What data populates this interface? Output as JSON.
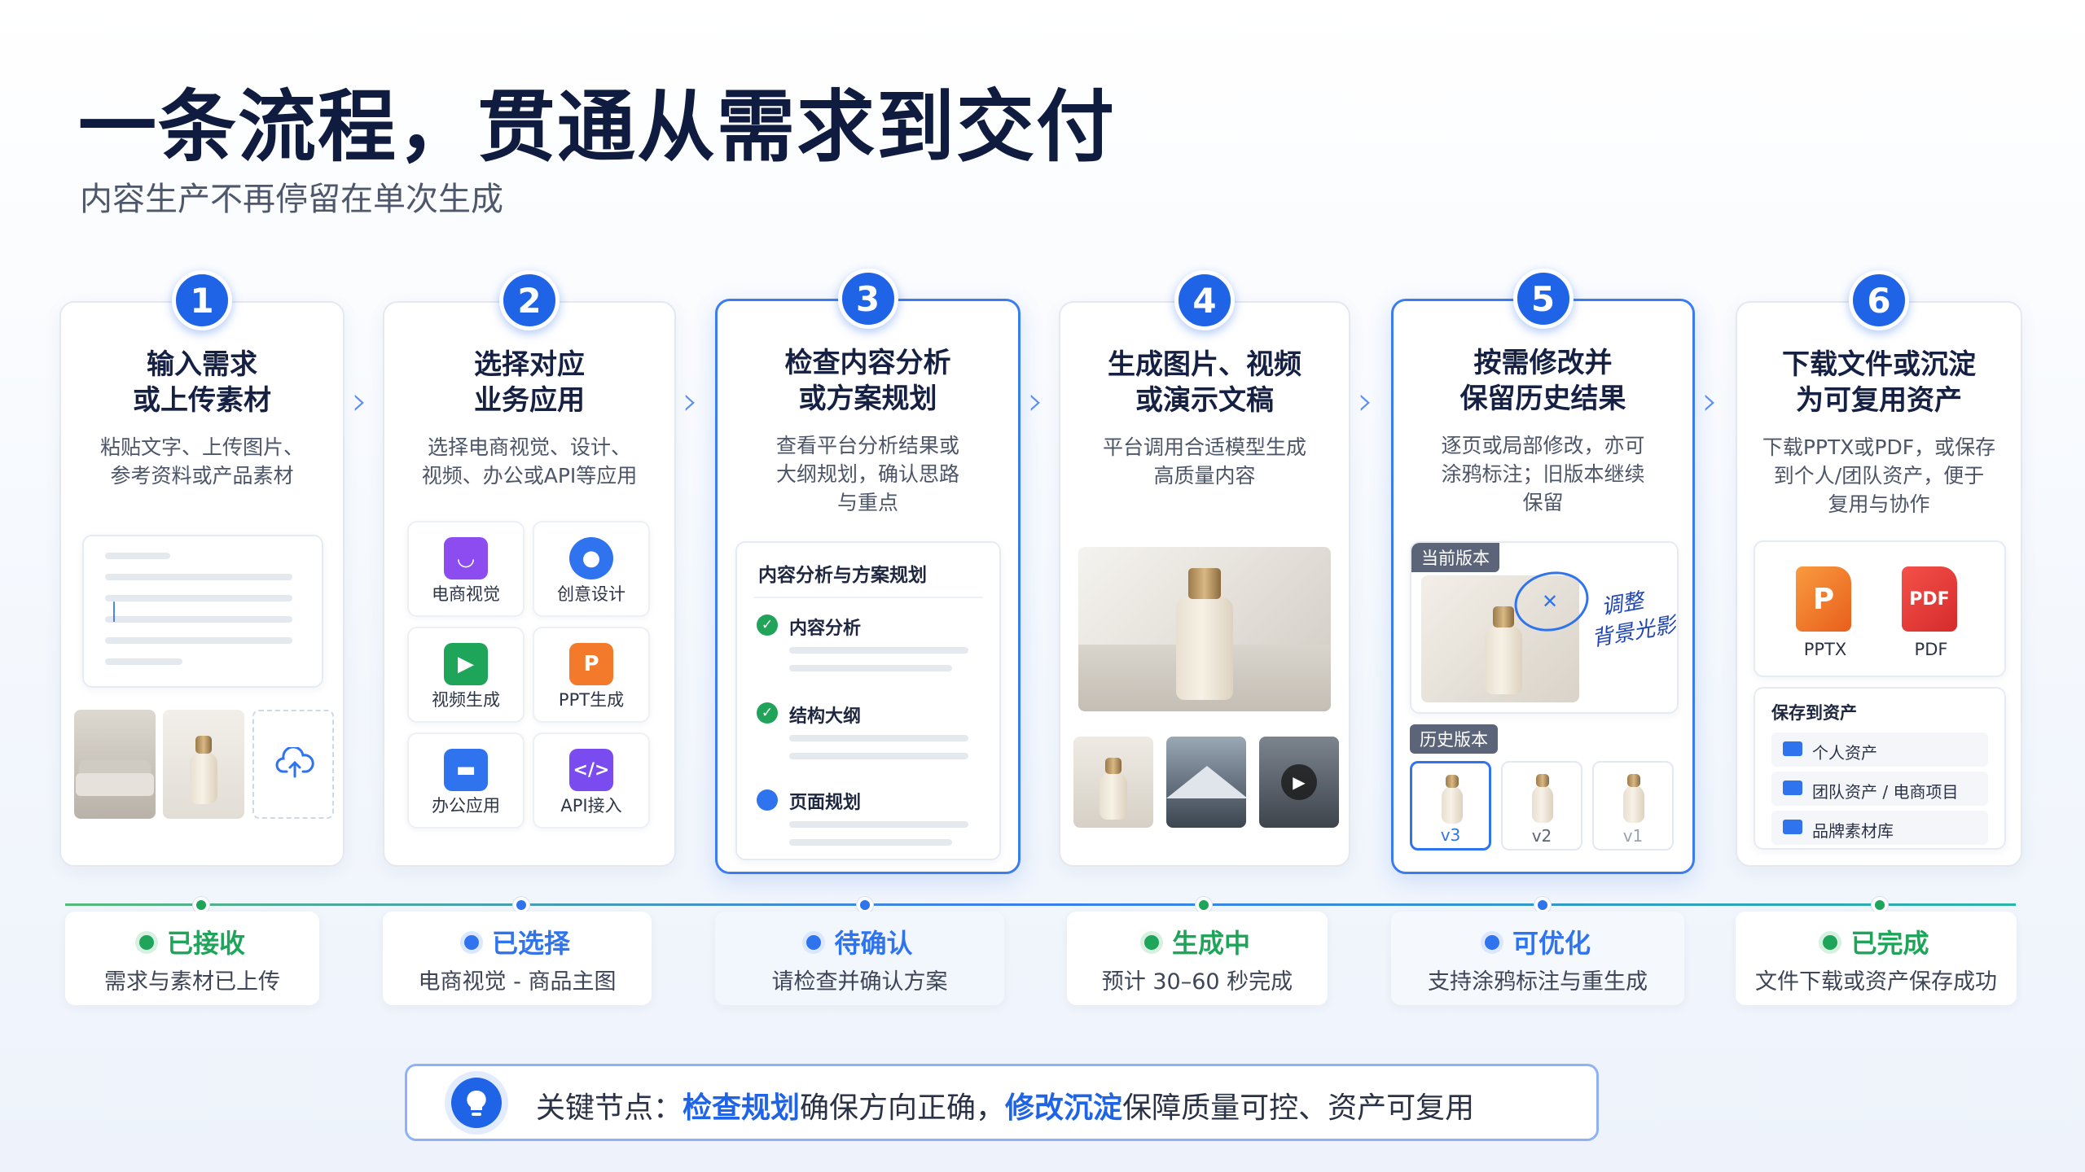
{
  "header": {
    "title": "一条流程，贯通从需求到交付",
    "subtitle": "内容生产不再停留在单次生成"
  },
  "steps": [
    {
      "num": "1",
      "title_l1": "输入需求",
      "title_l2": "或上传素材",
      "desc_l1": "粘贴文字、上传图片、",
      "desc_l2": "参考资料或产品素材",
      "desc_l3": ""
    },
    {
      "num": "2",
      "title_l1": "选择对应",
      "title_l2": "业务应用",
      "desc_l1": "选择电商视觉、设计、",
      "desc_l2": "视频、办公或API等应用",
      "desc_l3": ""
    },
    {
      "num": "3",
      "title_l1": "检查内容分析",
      "title_l2": "或方案规划",
      "desc_l1": "查看平台分析结果或",
      "desc_l2": "大纲规划，确认思路",
      "desc_l3": "与重点"
    },
    {
      "num": "4",
      "title_l1": "生成图片、视频",
      "title_l2": "或演示文稿",
      "desc_l1": "平台调用合适模型生成",
      "desc_l2": "高质量内容",
      "desc_l3": ""
    },
    {
      "num": "5",
      "title_l1": "按需修改并",
      "title_l2": "保留历史结果",
      "desc_l1": "逐页或局部修改，亦可",
      "desc_l2": "涂鸦标注；旧版本继续",
      "desc_l3": "保留"
    },
    {
      "num": "6",
      "title_l1": "下载文件或沉淀",
      "title_l2": "为可复用资产",
      "desc_l1": "下载PPTX或PDF，或保存",
      "desc_l2": "到个人/团队资产，便于",
      "desc_l3": "复用与协作"
    }
  ],
  "apps": [
    {
      "label": "电商视觉",
      "color": "#8c4cf0"
    },
    {
      "label": "创意设计",
      "color": "#2f74ee"
    },
    {
      "label": "视频生成",
      "color": "#1fa55a"
    },
    {
      "label": "PPT生成",
      "color": "#f27a2a"
    },
    {
      "label": "办公应用",
      "color": "#2f74ee"
    },
    {
      "label": "API接入",
      "color": "#7a4cf0"
    }
  ],
  "analysis": {
    "title": "内容分析与方案规划",
    "items": [
      "内容分析",
      "结构大纲",
      "页面规划"
    ]
  },
  "revise": {
    "current_tag": "当前版本",
    "history_tag": "历史版本",
    "note_l1": "调整",
    "note_l2": "背景光影",
    "versions": [
      "v3",
      "v2",
      "v1"
    ]
  },
  "download": {
    "formats": [
      "PPTX",
      "PDF"
    ],
    "p_letter": "P",
    "pdf_letter": "PDF",
    "save_title": "保存到资产",
    "assets": [
      "个人资产",
      "团队资产 / 电商项目",
      "品牌素材库"
    ]
  },
  "statuses": [
    {
      "title": "已接收",
      "desc": "需求与素材已上传",
      "color": "#1fa55a"
    },
    {
      "title": "已选择",
      "desc": "电商视觉 - 商品主图",
      "color": "#2f74ee"
    },
    {
      "title": "待确认",
      "desc": "请检查并确认方案",
      "color": "#2f74ee"
    },
    {
      "title": "生成中",
      "desc": "预计 30–60 秒完成",
      "color": "#1fa55a"
    },
    {
      "title": "可优化",
      "desc": "支持涂鸦标注与重生成",
      "color": "#2f74ee"
    },
    {
      "title": "已完成",
      "desc": "文件下载或资产保存成功",
      "color": "#1fa55a"
    }
  ],
  "tip": {
    "prefix": "关键节点：",
    "k1": "检查规划",
    "m1": "确保方向正确，",
    "k2": "修改沉淀",
    "m2": "保障质量可控、资产可复用"
  },
  "colors": {
    "accent": "#1f63e6",
    "success": "#1fa55a"
  }
}
